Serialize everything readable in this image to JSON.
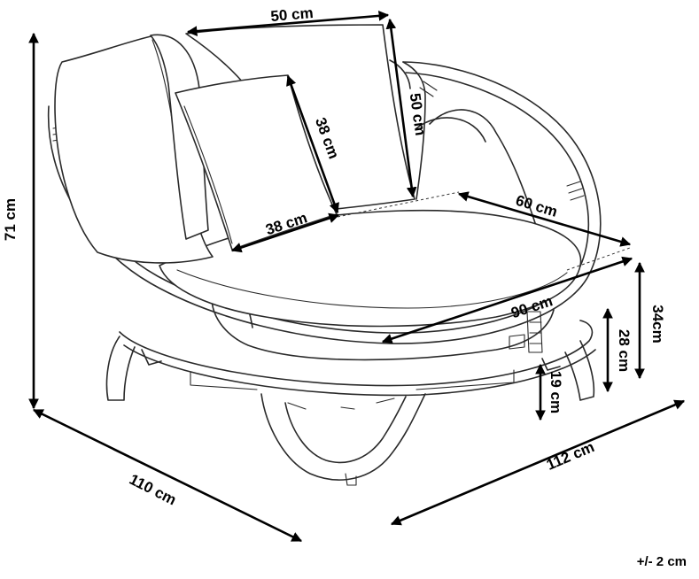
{
  "dimensions": {
    "pillow_width": "50 cm",
    "pillow_height": "50 cm",
    "small_pillow_height": "38 cm",
    "small_pillow_width": "38 cm",
    "seat_depth": "60 cm",
    "seat_width": "90 cm",
    "total_height": "71 cm",
    "width_left": "110 cm",
    "depth_right": "112 cm",
    "seat_height": "34cm",
    "frame_height": "28 cm",
    "leg_height": "19 cm"
  },
  "tolerance": "+/- 2 cm",
  "colors": {
    "line": "#2a2a2a",
    "dimension": "#000000",
    "background": "#ffffff"
  }
}
